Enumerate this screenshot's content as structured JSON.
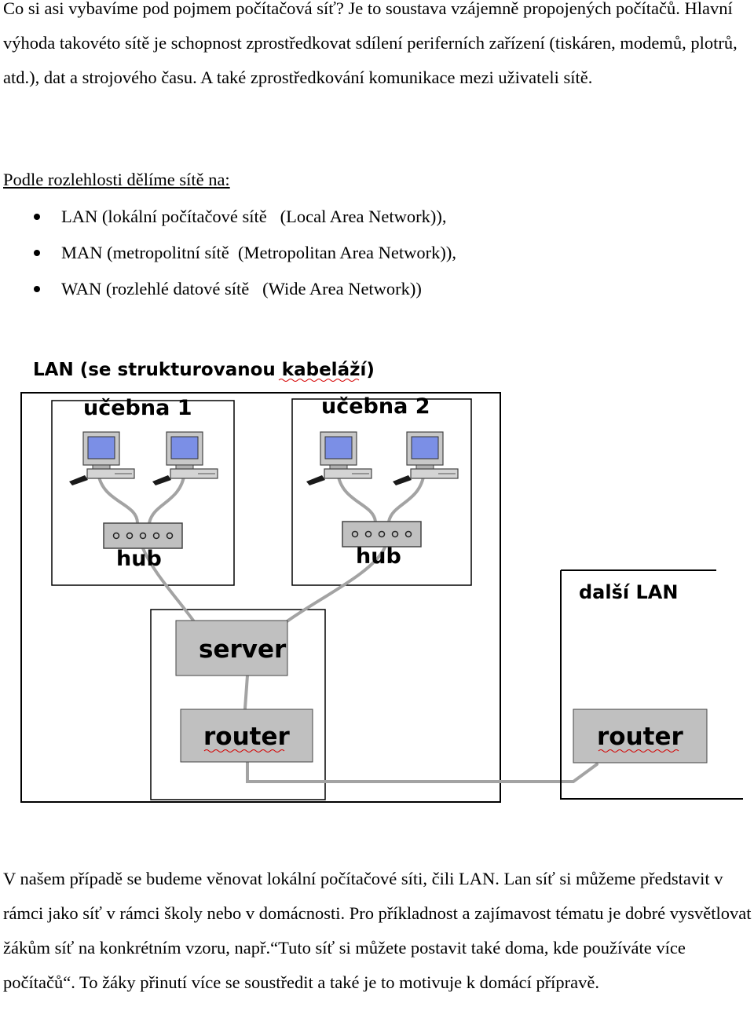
{
  "intro": "Co si asi vybavíme pod pojmem počítačová síť? Je to soustava vzájemně propojených počítačů. Hlavní výhoda takovéto sítě je schopnost zprostředkovat sdílení periferních zařízení (tiskáren, modemů, plotrů, atd.), dat a strojového času. A také zprostředkování komunikace mezi uživateli sítě.",
  "heading": "Podle rozlehlosti dělíme sítě na:",
  "bullets": [
    "LAN (lokální počítačové sítě   (Local Area Network)),",
    "MAN (metropolitní sítě  (Metropolitan Area Network)),",
    "WAN (rozlehlé datové sítě   (Wide Area Network))"
  ],
  "diagram": {
    "title": "LAN (se strukturovanou kabeláží)",
    "room1": "učebna 1",
    "room2": "učebna 2",
    "hub1": "hub",
    "hub2": "hub",
    "server": "server",
    "router1": "router",
    "other_lan": "další LAN",
    "router2": "router",
    "colors": {
      "box_fill": "#c0c0c0",
      "screen": "#7b8fe6",
      "cable": "#a3a3a3",
      "squiggle": "#d40000"
    }
  },
  "outro": "V našem případě se budeme věnovat lokální počítačové síti, čili LAN. Lan síť si můžeme představit v rámci jako síť v rámci školy nebo v domácnosti. Pro příkladnost a zajímavost tématu je dobré vysvětlovat žákům síť na konkrétním vzoru, např.“Tuto síť si můžete postavit také doma, kde používáte více počítačů“. To žáky přinutí více se soustředit a také je to motivuje k domácí přípravě."
}
